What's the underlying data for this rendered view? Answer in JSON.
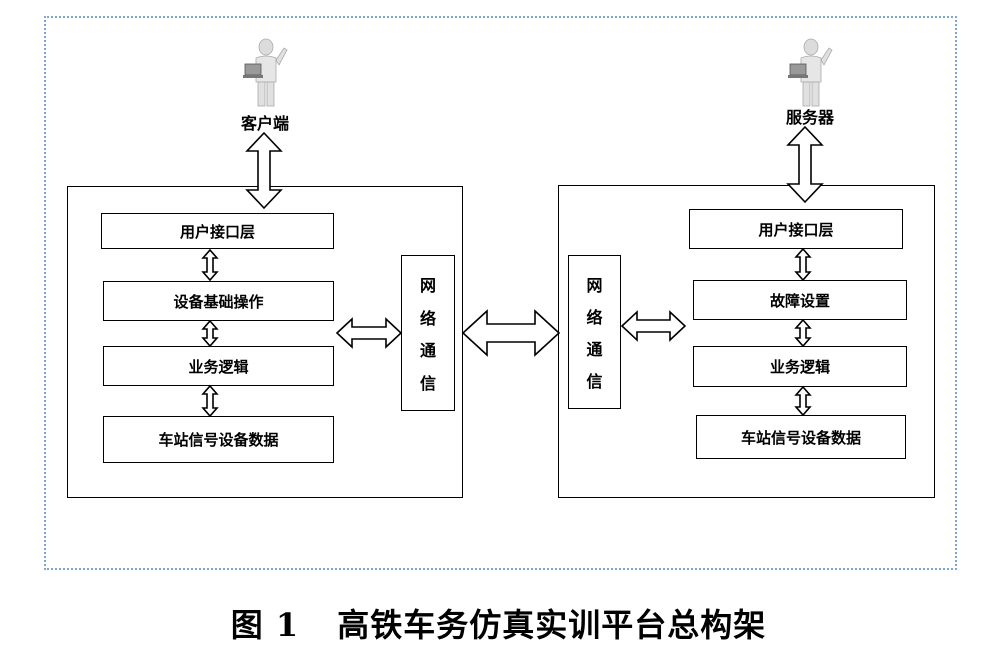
{
  "client": {
    "label": "客户端",
    "layers": [
      "用户接口层",
      "设备基础操作",
      "业务逻辑",
      "车站信号设备数据"
    ],
    "network": [
      "网",
      "络",
      "通",
      "信"
    ]
  },
  "server": {
    "label": "服务器",
    "layers": [
      "用户接口层",
      "故障设置",
      "业务逻辑",
      "车站信号设备数据"
    ],
    "network": [
      "网",
      "络",
      "通",
      "信"
    ]
  },
  "caption": {
    "number": "图 1",
    "title": "高铁车务仿真实训平台总构架"
  },
  "colors": {
    "frame_border": "#7aa6d8",
    "stroke": "#000000"
  },
  "icons": [
    "person-with-laptop-icon",
    "person-with-laptop-icon"
  ]
}
